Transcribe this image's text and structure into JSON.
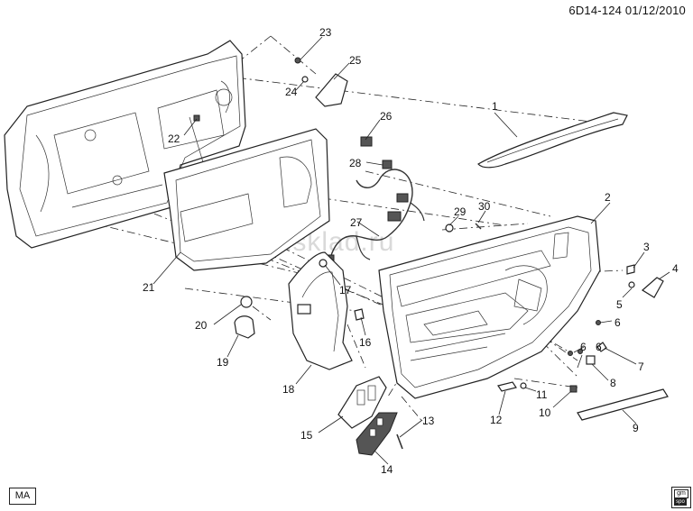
{
  "header": {
    "code": "6D14-124",
    "date": "01/12/2010"
  },
  "watermark": "www.gmsklad.ru",
  "corner_code": "MA",
  "logo": {
    "top": "gm",
    "bottom": "spo"
  },
  "callouts": [
    "1",
    "2",
    "3",
    "4",
    "5",
    "6",
    "6",
    "6",
    "7",
    "8",
    "9",
    "10",
    "11",
    "12",
    "13",
    "14",
    "15",
    "16",
    "17",
    "18",
    "19",
    "20",
    "21",
    "22",
    "23",
    "24",
    "25",
    "26",
    "27",
    "28",
    "29",
    "30"
  ]
}
